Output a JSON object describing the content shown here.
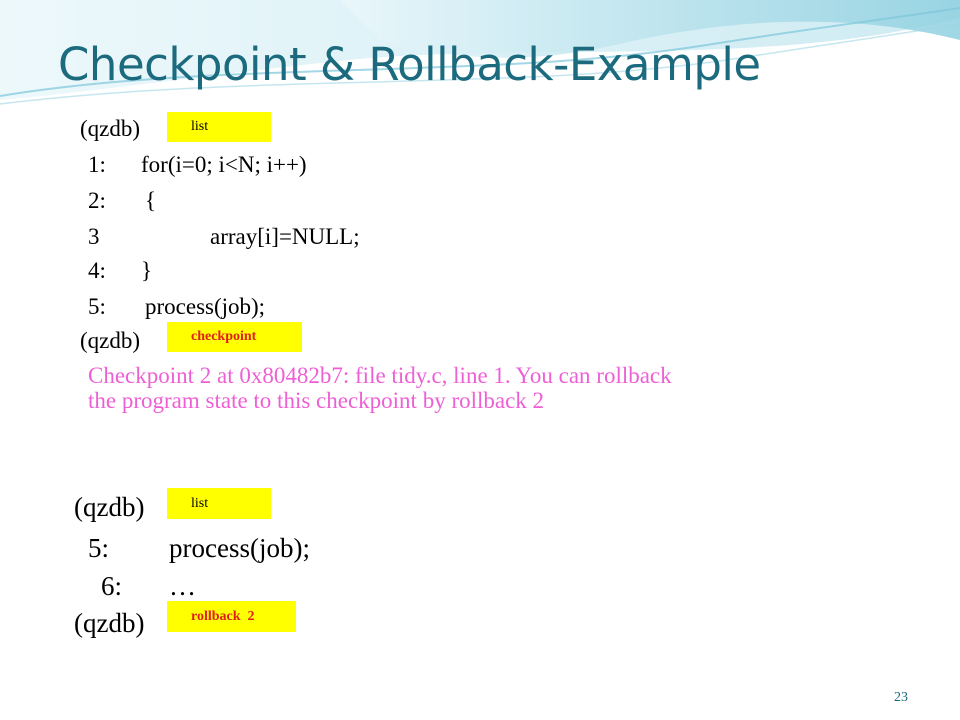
{
  "slide": {
    "title": "Checkpoint & Rollback-Example",
    "page_number": "23",
    "colors": {
      "title": "#1b6a7d",
      "highlight": "#ffff00",
      "command_red": "#e02020",
      "output_pink": "#ee5fd6"
    }
  },
  "session1": {
    "prompt": "(qzdb)",
    "command": "list",
    "code_lines": [
      {
        "num": "1:",
        "code": "for(i=0; i<N; i++)"
      },
      {
        "num": "2:",
        "code": "{"
      },
      {
        "num": "3",
        "code": "array[i]=NULL;"
      },
      {
        "num": "4:",
        "code": "}"
      },
      {
        "num": "5:",
        "code": "process(job);"
      }
    ]
  },
  "session2": {
    "prompt": "(qzdb)",
    "command": "checkpoint",
    "output_line1": "Checkpoint 2 at 0x80482b7: file  tidy.c, line 1.  You can rollback",
    "output_line2": "the program state to this checkpoint by  rollback 2"
  },
  "session3": {
    "prompt": "(qzdb)",
    "command": "list",
    "code_lines": [
      {
        "num": "5:",
        "code": "process(job);"
      },
      {
        "num": "6:",
        "code": "…"
      }
    ]
  },
  "session4": {
    "prompt": "(qzdb)",
    "command": "rollback  2"
  }
}
